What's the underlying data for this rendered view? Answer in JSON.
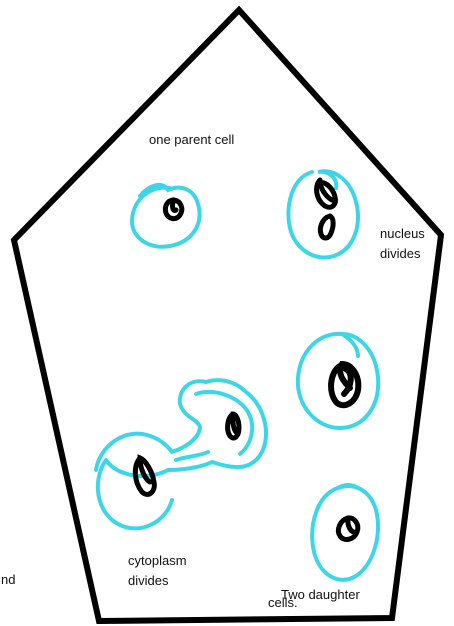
{
  "labels": {
    "parent": "one parent cell",
    "nucleus_line1": "nucleus",
    "nucleus_line2": "divides",
    "cytoplasm_line1": "cytoplasm",
    "cytoplasm_line2": "divides",
    "daughter_line1": "Two daughter",
    "daughter_line2": "cells.",
    "edge_fragment": "nd"
  },
  "colors": {
    "outline": "#000000",
    "cell_membrane": "#3dd6e8",
    "nucleus": "#000000",
    "text": "#111111"
  }
}
